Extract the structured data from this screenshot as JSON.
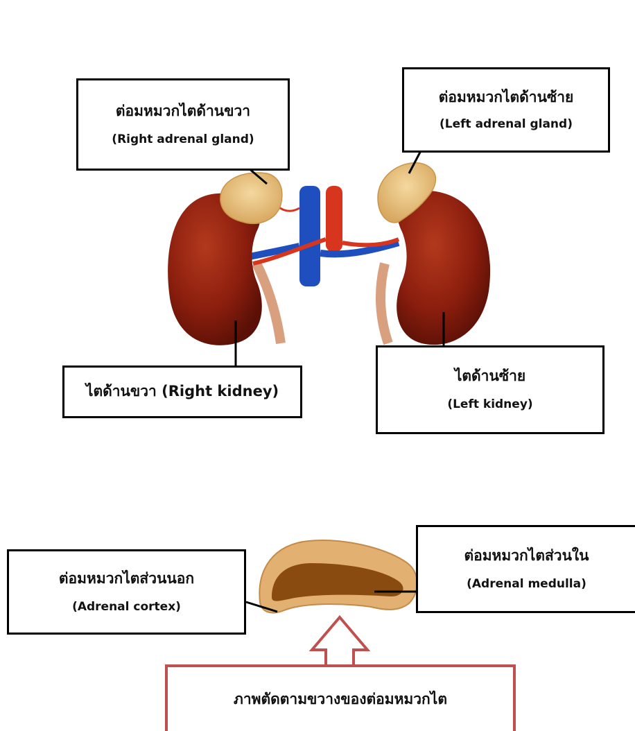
{
  "labels": {
    "right_adrenal": {
      "th": "ต่อมหมวกไตด้านขวา",
      "en": "(Right adrenal gland)"
    },
    "left_adrenal": {
      "th": "ต่อมหมวกไตด้านซ้าย",
      "en": "(Left adrenal gland)"
    },
    "right_kidney": {
      "text": "ไตด้านขวา (Right kidney)"
    },
    "left_kidney": {
      "th": "ไตด้านซ้าย",
      "en": "(Left kidney)"
    },
    "adrenal_cortex": {
      "th": "ต่อมหมวกไตส่วนนอก",
      "en": "(Adrenal cortex)"
    },
    "adrenal_medulla": {
      "th": "ต่อมหมวกไตส่วนใน",
      "en": "(Adrenal medulla)"
    },
    "cross_section": {
      "text": "ภาพตัดตามขวางของต่อมหมวกไต"
    }
  },
  "colors": {
    "kidney": "#8b1e0e",
    "adrenal": "#e8c080",
    "vein": "#1f4fbf",
    "artery": "#d7351d",
    "arrow": "#c0504d"
  }
}
